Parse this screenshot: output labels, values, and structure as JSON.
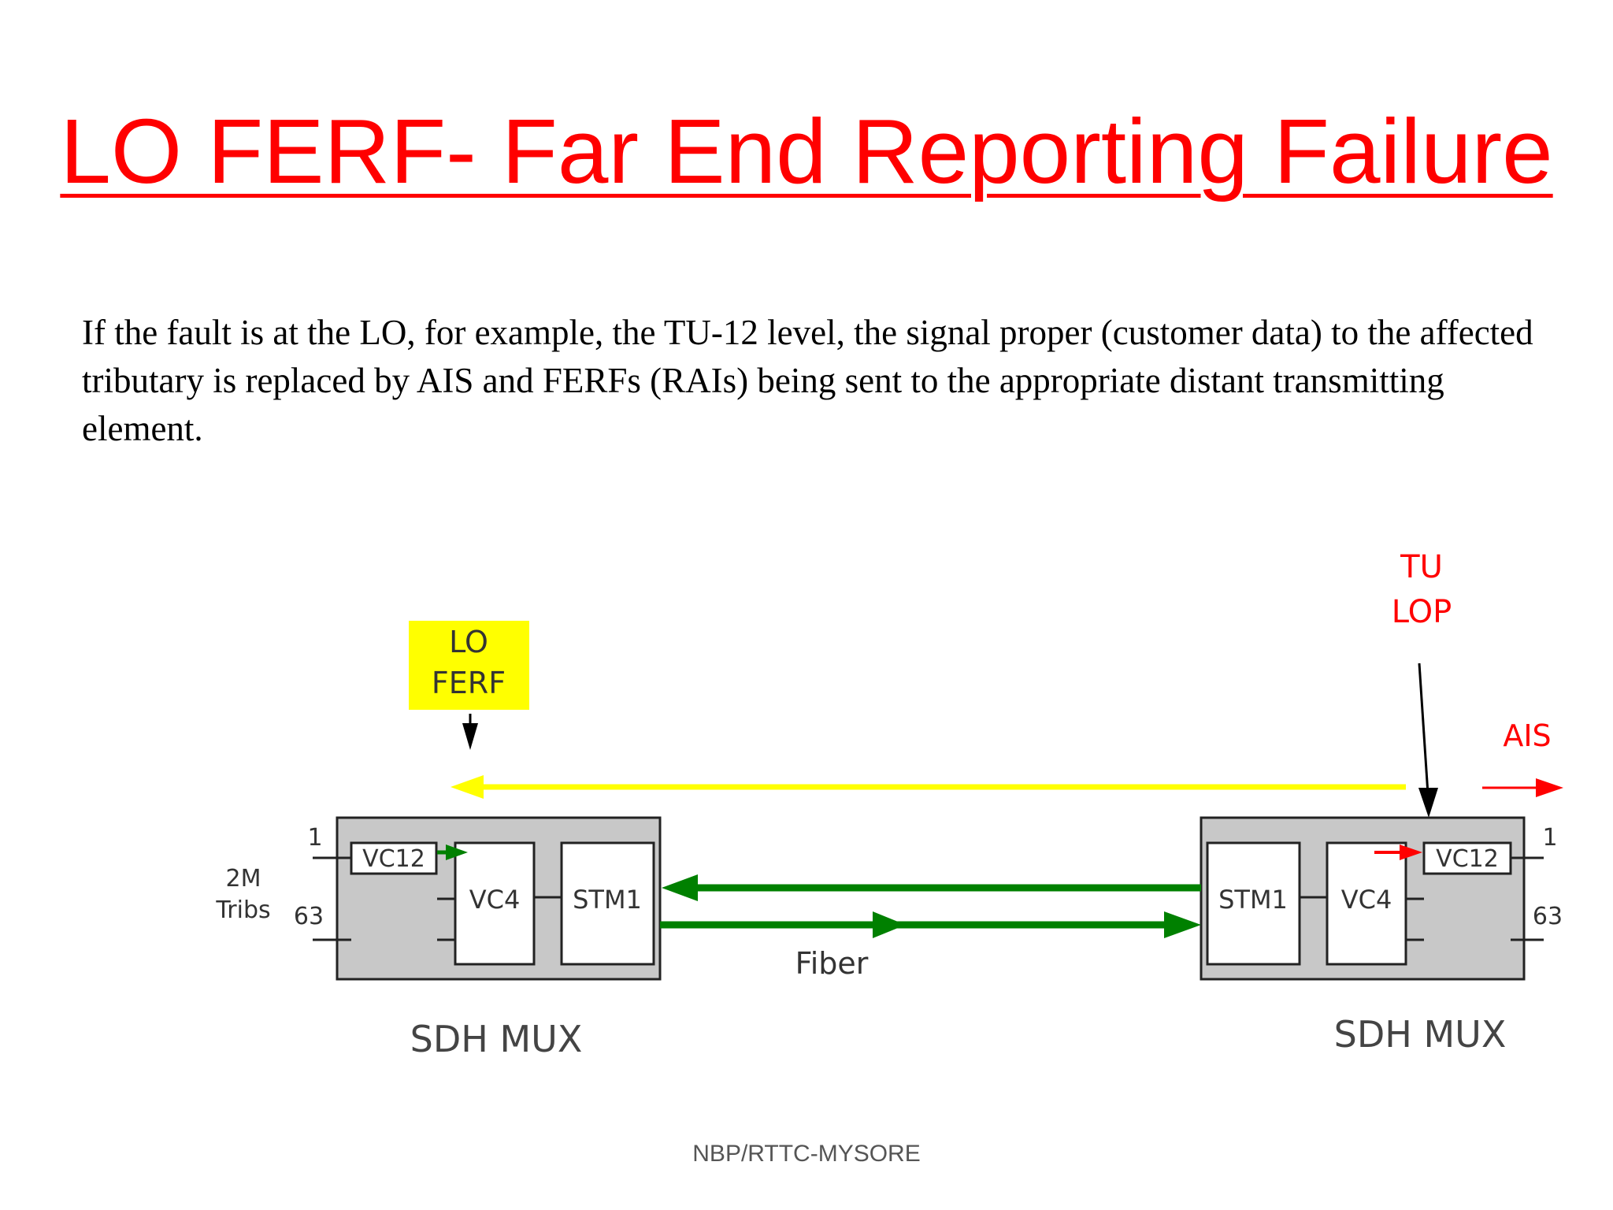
{
  "title": "LO FERF- Far End Reporting Failure",
  "body_text": "If the fault is at the LO, for example, the TU-12 level, the signal proper (customer data) to the affected tributary is replaced by AIS and FERFs (RAIs) being sent to the appropriate distant transmitting element.",
  "diagram": {
    "lo_ferf_label": [
      "LO",
      "FERF"
    ],
    "tu_lop_label": [
      "TU",
      "LOP"
    ],
    "ais_label": "AIS",
    "tribs_label": [
      "2M",
      "Tribs"
    ],
    "port_first": "1",
    "port_last": "63",
    "fiber_label": "Fiber",
    "left_mux": {
      "vc12": "VC12",
      "vc4": "VC4",
      "stm1": "STM1",
      "caption": "SDH MUX"
    },
    "right_mux": {
      "vc12": "VC12",
      "vc4": "VC4",
      "stm1": "STM1",
      "caption": "SDH MUX"
    },
    "colors": {
      "title": "#ff0000",
      "ferf_box": "#ffff00",
      "ferf_arrow": "#ffff00",
      "fiber": "#008000",
      "alarm": "#ff0000",
      "mux_fill": "#c8c8c8"
    }
  },
  "footer": "NBP/RTTC-MYSORE"
}
